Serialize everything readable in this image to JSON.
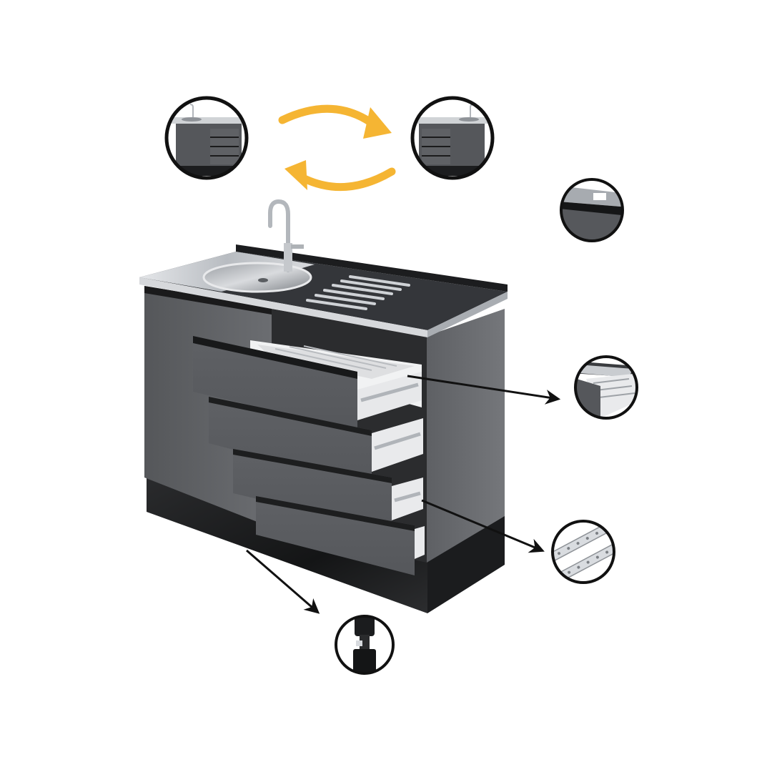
{
  "palette": {
    "background": "#ffffff",
    "cabinet_dark": "#4a4c4f",
    "cabinet_mid": "#5c5e61",
    "cabinet_light": "#6a6c70",
    "plinth": "#1f2022",
    "steel": "#c9ccd0",
    "steel_dark": "#8c9096",
    "accent_arrow": "#f5b533",
    "pointer_arrow": "#111111",
    "circle_border": "#111111"
  },
  "callouts": [
    {
      "name": "reversible-left-variant",
      "icon": "cabinet-sink-left-icon"
    },
    {
      "name": "reversible-right-variant",
      "icon": "cabinet-sink-right-icon"
    },
    {
      "name": "handle-profile-detail",
      "icon": "handle-profile-icon"
    },
    {
      "name": "cutlery-drawer-detail",
      "icon": "cutlery-tray-icon"
    },
    {
      "name": "telescopic-slide-detail",
      "icon": "drawer-slide-icon"
    },
    {
      "name": "adjustable-foot-detail",
      "icon": "adjustable-foot-icon"
    }
  ]
}
